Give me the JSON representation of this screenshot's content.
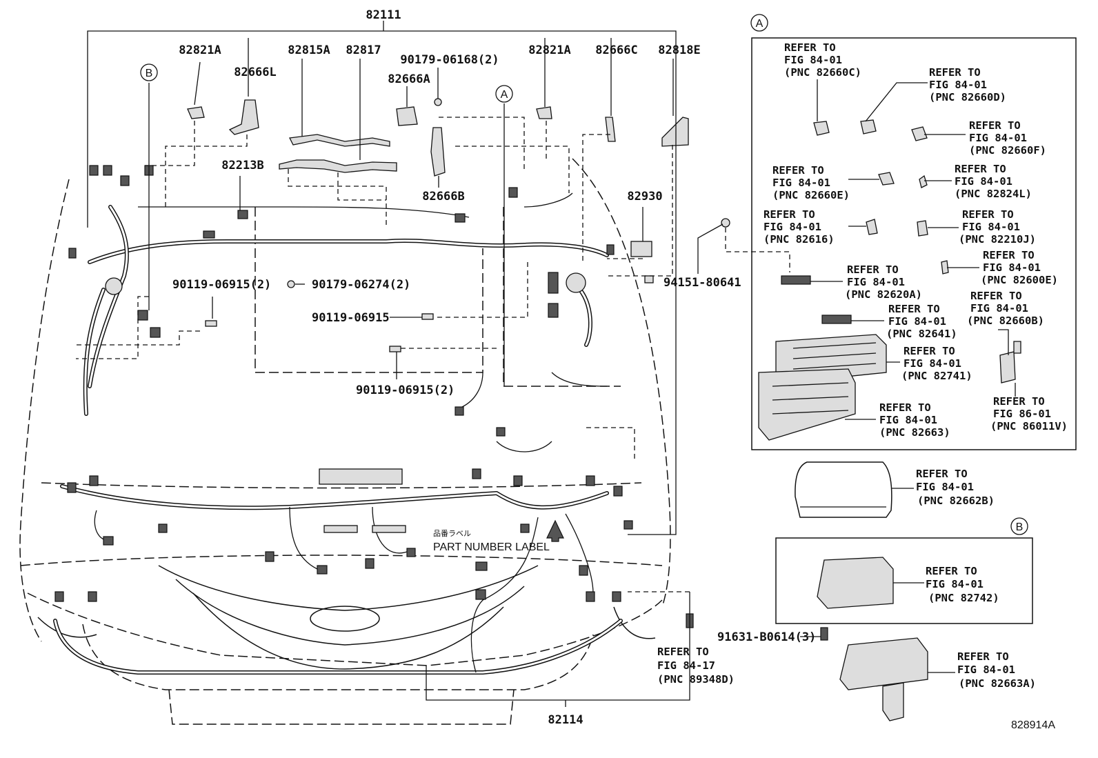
{
  "main_harness": "82111",
  "front_harness": "82114",
  "callouts": [
    {
      "id": "c-82821a-l",
      "text": "82821A"
    },
    {
      "id": "c-82666l",
      "text": "82666L"
    },
    {
      "id": "c-82815a",
      "text": "82815A"
    },
    {
      "id": "c-82817",
      "text": "82817"
    },
    {
      "id": "c-90179-06168",
      "text": "90179-06168(2)"
    },
    {
      "id": "c-82666a",
      "text": "82666A"
    },
    {
      "id": "c-82821a-r",
      "text": "82821A"
    },
    {
      "id": "c-82666c",
      "text": "82666C"
    },
    {
      "id": "c-82818e",
      "text": "82818E"
    },
    {
      "id": "c-82213b",
      "text": "82213B"
    },
    {
      "id": "c-82666b",
      "text": "82666B"
    },
    {
      "id": "c-82930",
      "text": "82930"
    },
    {
      "id": "c-94151",
      "text": "94151-80641"
    },
    {
      "id": "c-90119-a",
      "text": "90119-06915(2)"
    },
    {
      "id": "c-90179-06274",
      "text": "90179-06274(2)"
    },
    {
      "id": "c-90119-b",
      "text": "90119-06915"
    },
    {
      "id": "c-90119-c",
      "text": "90119-06915(2)"
    },
    {
      "id": "c-91631",
      "text": "91631-B0614(3)"
    }
  ],
  "markers": {
    "a": "A",
    "b": "B"
  },
  "part_label": {
    "jp": "品番ラベル",
    "en": "PART NUMBER LABEL"
  },
  "ref_word": "REFER TO",
  "refs_a": [
    {
      "fig": "FIG 84-01",
      "pnc": "(PNC 82660C)"
    },
    {
      "fig": "FIG 84-01",
      "pnc": "(PNC 82660D)"
    },
    {
      "fig": "FIG 84-01",
      "pnc": "(PNC 82660F)"
    },
    {
      "fig": "FIG 84-01",
      "pnc": "(PNC 82660E)"
    },
    {
      "fig": "FIG 84-01",
      "pnc": "(PNC 82824L)"
    },
    {
      "fig": "FIG 84-01",
      "pnc": "(PNC 82616)"
    },
    {
      "fig": "FIG 84-01",
      "pnc": "(PNC 82210J)"
    },
    {
      "fig": "FIG 84-01",
      "pnc": "(PNC 82600E)"
    },
    {
      "fig": "FIG 84-01",
      "pnc": "(PNC 82620A)"
    },
    {
      "fig": "FIG 84-01",
      "pnc": "(PNC 82660B)"
    },
    {
      "fig": "FIG 84-01",
      "pnc": "(PNC 82641)"
    },
    {
      "fig": "FIG 84-01",
      "pnc": "(PNC 82741)"
    },
    {
      "fig": "FIG 84-01",
      "pnc": "(PNC 82663)"
    },
    {
      "fig": "FIG 86-01",
      "pnc": "(PNC 86011V)"
    }
  ],
  "refs_other": [
    {
      "fig": "FIG 84-01",
      "pnc": "(PNC 82662B)"
    },
    {
      "fig": "FIG 84-01",
      "pnc": "(PNC 82742)"
    },
    {
      "fig": "FIG 84-17",
      "pnc": "(PNC 89348D)"
    },
    {
      "fig": "FIG 84-01",
      "pnc": "(PNC 82663A)"
    }
  ],
  "diagram_id": "828914A"
}
